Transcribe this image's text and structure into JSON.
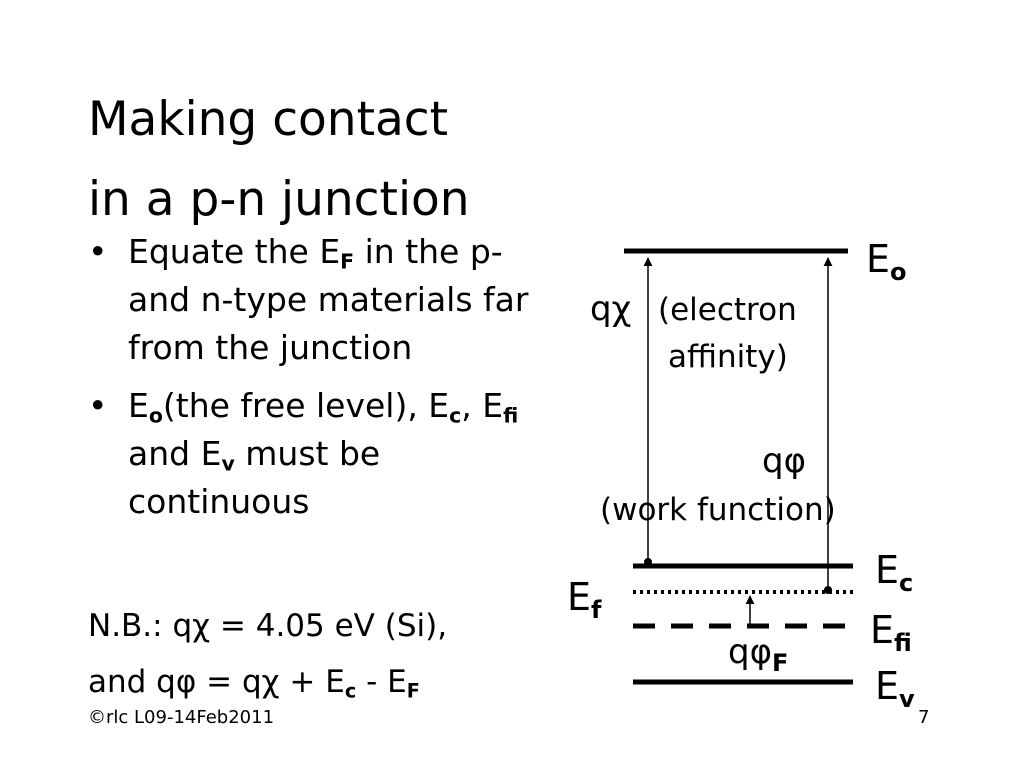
{
  "title": {
    "line1": "Making contact",
    "line2": "in a p-n junction"
  },
  "bullets": [
    {
      "bullet": "•",
      "pre": "Equate the E",
      "sub": "F",
      "post": " in the p- and n-type materials far from the junction"
    },
    {
      "bullet": "•",
      "t1": "E",
      "s1": "o",
      "t2": "(the free level), E",
      "s2": "c",
      "t3": ", E",
      "s3": "fi",
      "t4": " and E",
      "s4": "v",
      "t5": " must be continuous"
    }
  ],
  "nb": {
    "text": "N.B.: qχ = 4.05 eV (Si),"
  },
  "relation": {
    "t1": "and qφ = qχ + E",
    "s1": "c",
    "t2": " - E",
    "s2": "F"
  },
  "footer": "©rlc L09-14Feb2011",
  "page_number": "7",
  "diagram": {
    "Eo": {
      "base": "E",
      "sub": "o"
    },
    "qchi": "qχ",
    "affinity_line1": "(electron",
    "affinity_line2": "affinity)",
    "qphi": "qφ",
    "work_function": "(work function)",
    "Ec": {
      "base": "E",
      "sub": "c"
    },
    "Ef": {
      "base": "E",
      "sub": "f"
    },
    "Efi": {
      "base": "E",
      "sub": "fi"
    },
    "qphiF": {
      "base": "qφ",
      "sub": "F"
    },
    "Ev": {
      "base": "E",
      "sub": "v"
    }
  }
}
